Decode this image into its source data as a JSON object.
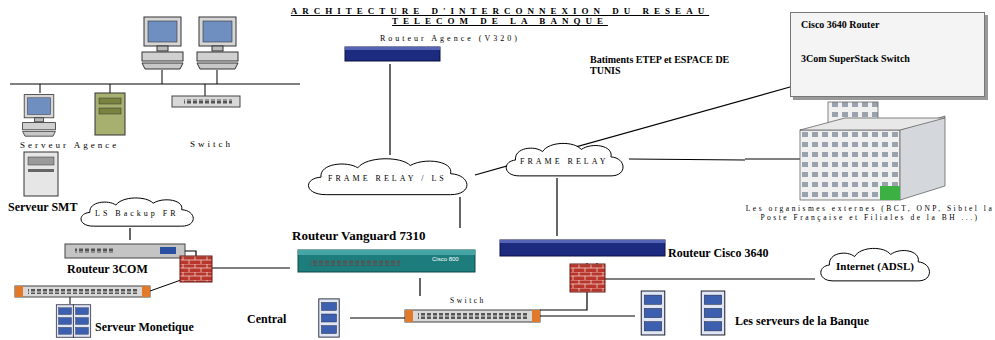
{
  "diagram": {
    "title": "ARCHITECTURE D'INTERCONNEXION DU RESEAU TELECOM DE LA BANQUE",
    "nodes": [
      {
        "text": [
          "Serveur Agence"
        ]
      },
      {
        "text": [
          "Switch"
        ]
      },
      {
        "text": [
          "Routeur Agence (V320)"
        ]
      },
      {
        "text": [
          "FRAME RELAY / LS"
        ]
      },
      {
        "text": [
          "Cisco 3640 Router",
          "3Com SuperStack Switch"
        ]
      },
      {
        "text": [
          "FRAME RELAY"
        ]
      },
      {
        "text": [
          "Les organismes externes (BCT, ONP, Sibtel la Poste Française et Filiales de la BH ...)"
        ]
      },
      {
        "text": [
          "Serveur SMT"
        ]
      },
      {
        "text": [
          "LS Backup FR"
        ]
      },
      {
        "text": [
          "Routeur 3COM"
        ]
      },
      {
        "text": [
          "Routeur Vanguard 7310"
        ]
      },
      {
        "text": [
          "Routeur Cisco 3640"
        ]
      },
      {
        "text": [
          "Internet (ADSL)"
        ]
      },
      {
        "text": [
          "Central"
        ]
      },
      {
        "text": [
          "Switch"
        ]
      },
      {
        "text": [
          "Serveur Monetique"
        ]
      },
      {
        "text": [
          "Les serveurs de la Banque"
        ]
      }
    ],
    "edges": [
      {
        "from": 2,
        "to": 3,
        "arrow": "none"
      },
      {
        "from": 3,
        "to": 4,
        "arrow": "none"
      },
      {
        "from": 3,
        "to": 10,
        "arrow": "none"
      },
      {
        "from": 9,
        "to": 8,
        "arrow": "none"
      },
      {
        "from": 9,
        "to": 10,
        "arrow": "none"
      },
      {
        "from": 10,
        "to": 14,
        "arrow": "none"
      },
      {
        "from": 11,
        "to": 5,
        "arrow": "none"
      },
      {
        "from": 5,
        "to": 6,
        "arrow": "none"
      },
      {
        "from": 11,
        "to": 14,
        "arrow": "none"
      },
      {
        "from": 11,
        "to": 12,
        "arrow": "none"
      },
      {
        "from": 13,
        "to": 14,
        "arrow": "none"
      },
      {
        "from": 14,
        "to": 16,
        "arrow": "none"
      }
    ],
    "labels": [
      "Batiments ETEP et ESPACE DE TUNIS",
      "Cisco 800"
    ]
  }
}
